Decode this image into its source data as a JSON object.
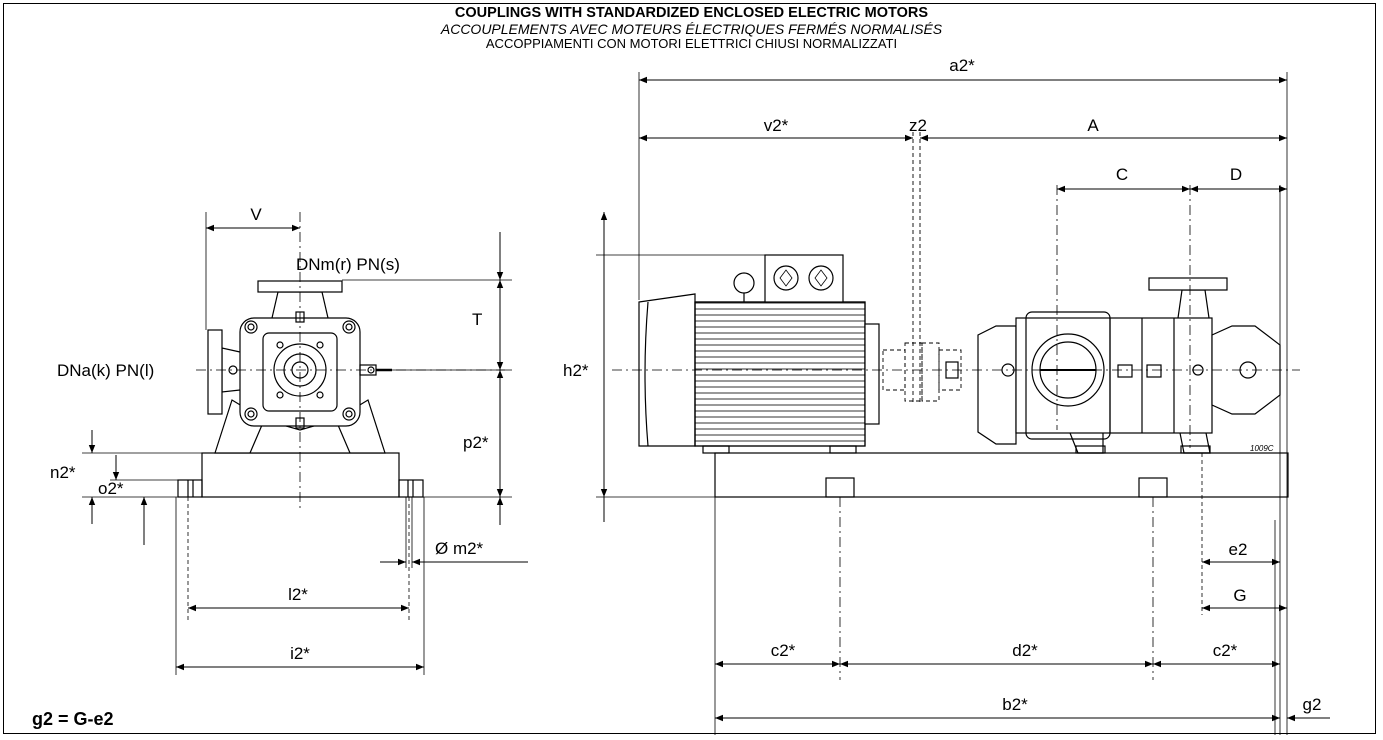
{
  "titles": {
    "en": "COUPLINGS WITH STANDARDIZED ENCLOSED ELECTRIC MOTORS",
    "fr": "ACCOUPLEMENTS AVEC MOTEURS ÉLECTRIQUES FERMÉS NORMALISÉS",
    "it": "ACCOPPIAMENTI CON MOTORI ELETTRICI CHIUSI NORMALIZZATI"
  },
  "formula": "g2 = G-e2",
  "drawing_ref": "1009C",
  "dimensions": {
    "a2": "a2*",
    "v2": "v2*",
    "z2": "z2",
    "A": "A",
    "C": "C",
    "D": "D",
    "h2": "h2*",
    "e2": "e2",
    "G": "G",
    "c2_left": "c2*",
    "d2": "d2*",
    "c2_right": "c2*",
    "b2": "b2*",
    "g2": "g2",
    "V": "V",
    "outlet": "DNm(r) PN(s)",
    "T": "T",
    "inlet": "DNa(k) PN(l)",
    "p2": "p2*",
    "n2": "n2*",
    "o2": "o2*",
    "m2": "Ø m2*",
    "l2": "l2*",
    "i2": "i2*"
  }
}
